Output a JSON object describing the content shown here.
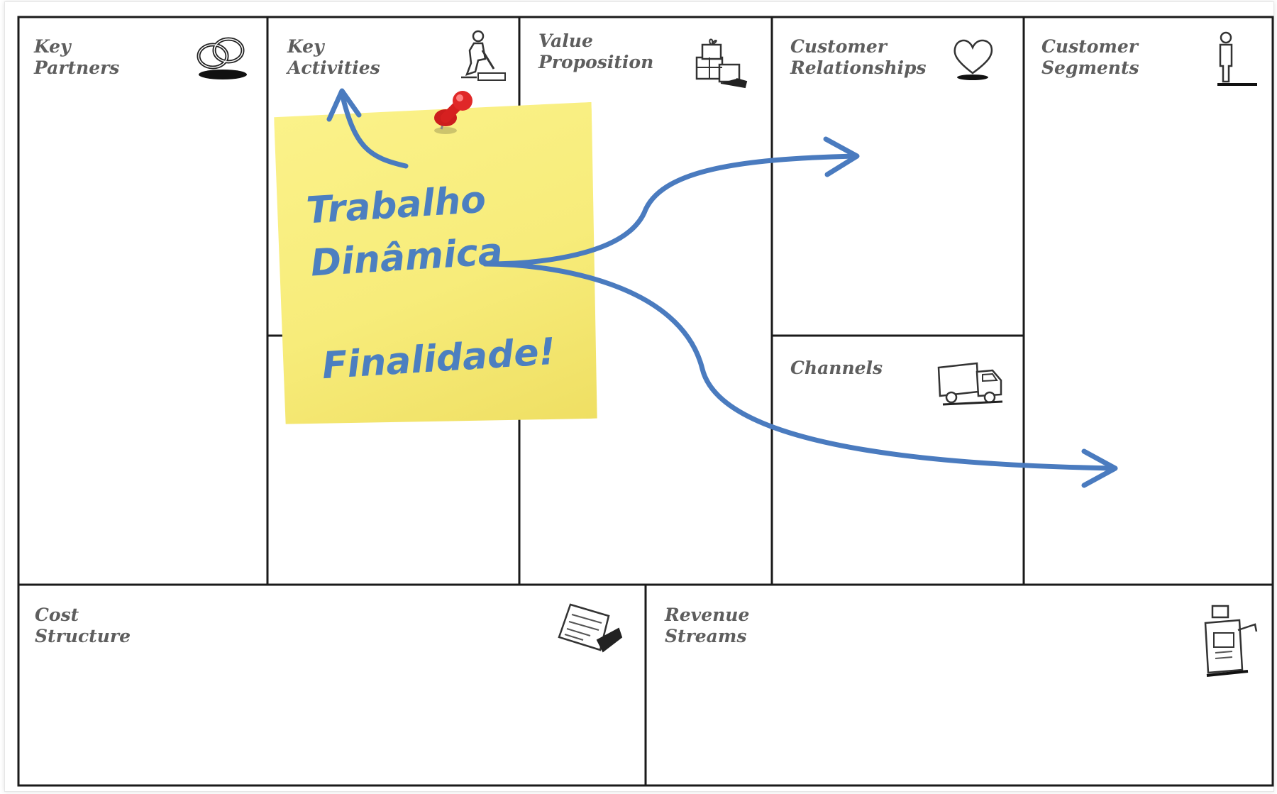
{
  "canvas": {
    "blocks": [
      {
        "id": "key-partners",
        "title": "Key\nPartners",
        "icon": "chain-links-icon"
      },
      {
        "id": "key-activities",
        "title": "Key\nActivities",
        "icon": "worker-icon"
      },
      {
        "id": "value-proposition",
        "title": "Value\nProposition",
        "icon": "gift-boxes-icon"
      },
      {
        "id": "customer-relationships",
        "title": "Customer\nRelationships",
        "icon": "heart-icon"
      },
      {
        "id": "customer-segments",
        "title": "Customer\nSegments",
        "icon": "person-icon"
      },
      {
        "id": "key-resources",
        "title": "",
        "icon": ""
      },
      {
        "id": "channels",
        "title": "Channels",
        "icon": "truck-icon"
      },
      {
        "id": "cost-structure",
        "title": "Cost\nStructure",
        "icon": "price-tag-icon"
      },
      {
        "id": "revenue-streams",
        "title": "Revenue\nStreams",
        "icon": "cash-register-icon"
      }
    ]
  },
  "sticky_note": {
    "lines": [
      "Trabalho",
      "Dinâmica",
      "",
      "Finalidade!"
    ],
    "pin_icon": "red-pushpin-icon",
    "color": "#f8ee80",
    "text_color": "#4c7fc0"
  },
  "arrows": {
    "color": "#4a7bbf",
    "items": [
      {
        "from": "sticky-note",
        "to": "key-activities"
      },
      {
        "from": "sticky-note",
        "to": "customer-relationships"
      },
      {
        "from": "sticky-note",
        "to": "customer-segments"
      }
    ]
  }
}
